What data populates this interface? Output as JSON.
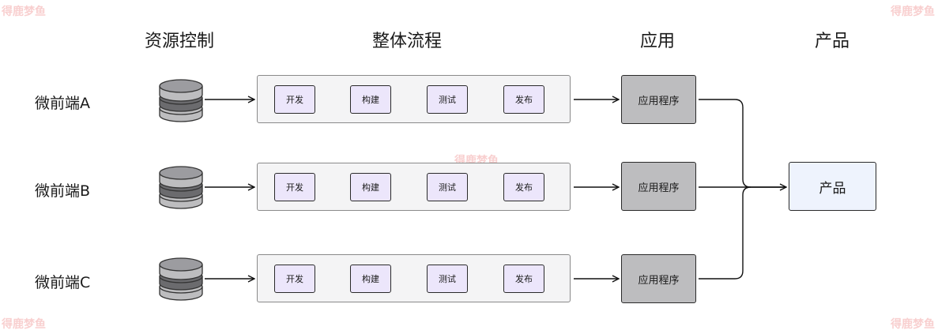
{
  "headers": {
    "resources": "资源控制",
    "process": "整体流程",
    "application": "应用",
    "product": "产品"
  },
  "rows": [
    {
      "label": "微前端A",
      "steps": [
        "开发",
        "构建",
        "测试",
        "发布"
      ],
      "app": "应用程序"
    },
    {
      "label": "微前端B",
      "steps": [
        "开发",
        "构建",
        "测试",
        "发布"
      ],
      "app": "应用程序"
    },
    {
      "label": "微前端C",
      "steps": [
        "开发",
        "构建",
        "测试",
        "发布"
      ],
      "app": "应用程序"
    }
  ],
  "product_box": "产品",
  "watermark": "得鹿梦鱼",
  "colors": {
    "step_fill": "#ece6fb",
    "app_fill": "#bdbdbf",
    "product_fill": "#eef3fd",
    "pipeline_fill": "#f4f4f5",
    "watermark": "#f4a9a9"
  }
}
